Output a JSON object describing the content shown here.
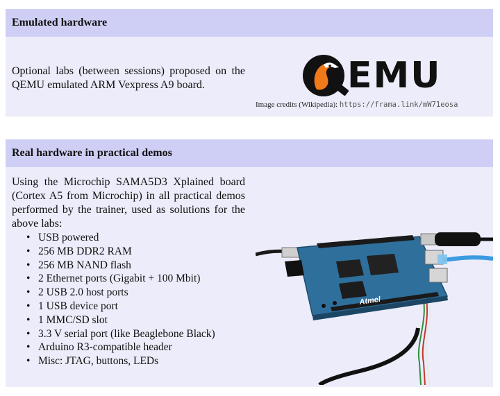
{
  "emulated": {
    "title": "Emulated hardware",
    "text": "Optional labs (between sessions) proposed on the QEMU emulated ARM Vexpress A9 board.",
    "logo_text": "EMU",
    "credits_label": "Image credits (Wikipedia):",
    "credits_url": "https://frama.link/mW71eosa"
  },
  "real": {
    "title": "Real hardware in practical demos",
    "text": "Using the Microchip SAMA5D3 Xplained board (Cortex A5 from Microchip) in all practical demos performed by the trainer, used as solutions for the above labs:",
    "features": [
      "USB powered",
      "256 MB DDR2 RAM",
      "256 MB NAND flash",
      "2 Ethernet ports (Gigabit + 100 Mbit)",
      "2 USB 2.0 host ports",
      "1 USB device port",
      "1 MMC/SD slot",
      "3.3 V serial port (like Beaglebone Black)",
      "Arduino R3-compatible header",
      "Misc: JTAG, buttons, LEDs"
    ],
    "board_brand": "Atmel"
  },
  "colors": {
    "header_bg": "#cfcff5",
    "card_bg": "#ececfa",
    "qemu_orange": "#f07a1a",
    "board_blue": "#2f6f9c",
    "ethernet_cable": "#3b9be0"
  }
}
